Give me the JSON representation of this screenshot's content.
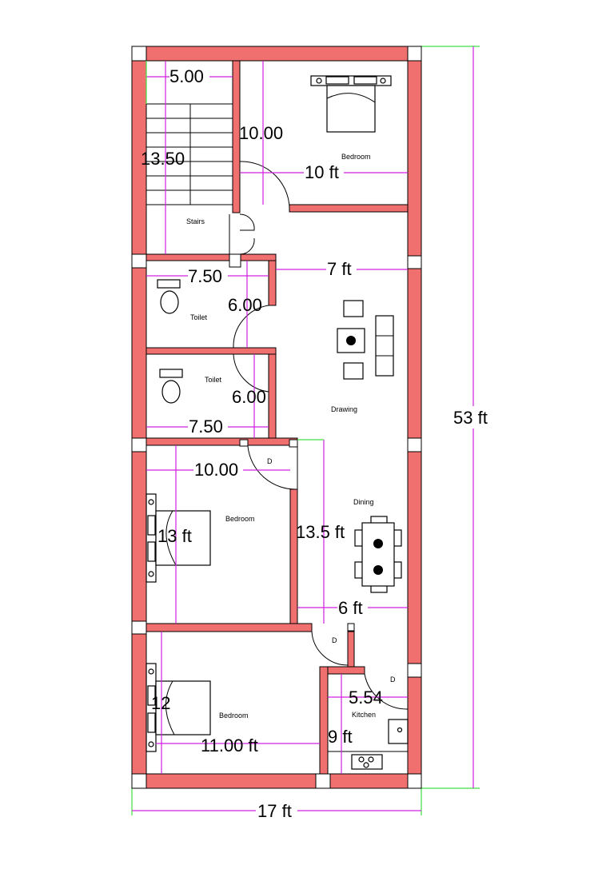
{
  "rooms": {
    "stairs": "Stairs",
    "bedroom_top": "Bedroom",
    "toilet_1": "Toilet",
    "toilet_2": "Toilet",
    "drawing": "Drawing",
    "dining": "Dining",
    "bedroom_mid": "Bedroom",
    "bedroom_bottom": "Bedroom",
    "kitchen": "Kitchen"
  },
  "doors": {
    "d1": "D",
    "d2": "D",
    "d3": "D"
  },
  "dimensions": {
    "stairs_width": "5.00",
    "stairs_length": "13.50",
    "bedroom_top_length": "10.00",
    "bedroom_top_width": "10 ft",
    "drawing_width": "7 ft",
    "toilet1_width": "7.50",
    "toilet1_length": "6.00",
    "toilet2_length": "6.00",
    "toilet2_width": "7.50",
    "bedroom_mid_width": "10.00",
    "bedroom_mid_length": "13 ft",
    "dining_length": "13.5 ft",
    "dining_width": "6 ft",
    "kitchen_width": "5.54",
    "kitchen_length": "9 ft",
    "bedroom_bottom_length": "12",
    "bedroom_bottom_width": "11.00 ft",
    "total_length": "53 ft",
    "total_width": "17 ft"
  },
  "colors": {
    "wall": "#f07070",
    "dimension_line": "#d020e0",
    "extension_line": "#40e040"
  }
}
